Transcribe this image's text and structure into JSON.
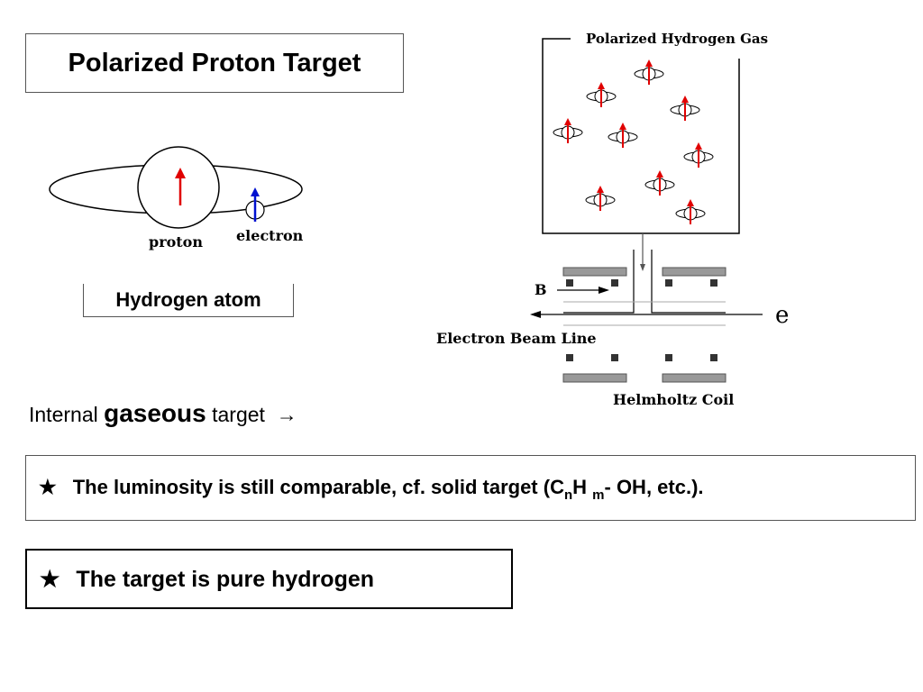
{
  "title": "Polarized Proton Target",
  "atom": {
    "proton_label": "proton",
    "electron_label": "electron",
    "caption": "Hydrogen atom"
  },
  "setup": {
    "gas_label": "Polarized Hydrogen Gas",
    "b_label": "B",
    "e_label": "e",
    "beam_label": "Electron Beam Line",
    "coil_label": "Helmholtz Coil"
  },
  "internal": {
    "prefix": "Internal",
    "emphasis": "gaseous",
    "suffix": "target",
    "arrow": "→"
  },
  "luminosity": {
    "star": "★",
    "text_before": "The luminosity is still comparable, cf. solid target (C",
    "sub_n": "n",
    "mid": "H",
    "sub_m": "m",
    "text_after": "- OH, etc.)."
  },
  "pure": {
    "star": "★",
    "text": "The target is pure hydrogen"
  },
  "colors": {
    "proton_spin": "#e00000",
    "electron_spin": "#0010d0",
    "coil_gray": "#999999"
  }
}
